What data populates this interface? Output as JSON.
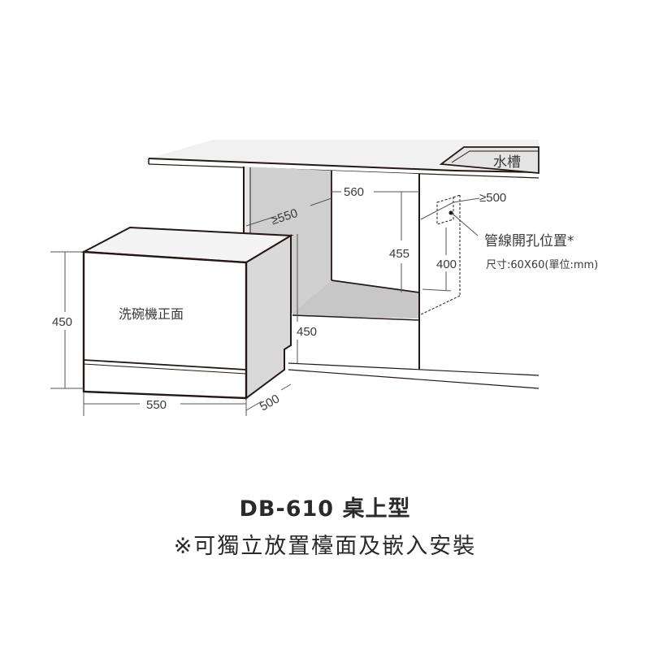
{
  "sink_label": "水槽",
  "dishwasher_front_label": "洗碗機正面",
  "pipe_hole": {
    "title": "管線開孔位置*",
    "size_note": "尺寸:60X60(單位:mm)"
  },
  "dimensions": {
    "cabinet_width": "560",
    "cabinet_depth": "≥550",
    "pipe_offset": "≥500",
    "cabinet_height": "455",
    "pipe_height": "400",
    "unit_height_left": "450",
    "unit_height_right": "450",
    "unit_width": "550",
    "unit_depth": "500"
  },
  "model_title": "DB-610 桌上型",
  "install_note": "※可獨立放置檯面及嵌入安裝",
  "colors": {
    "line": "#231815",
    "dim_line": "#555555",
    "countertop": "#efefef",
    "cavity_dark": "#c9c9c9",
    "cavity_light": "#e2e2e2",
    "shadow": "#d6d6d6"
  }
}
